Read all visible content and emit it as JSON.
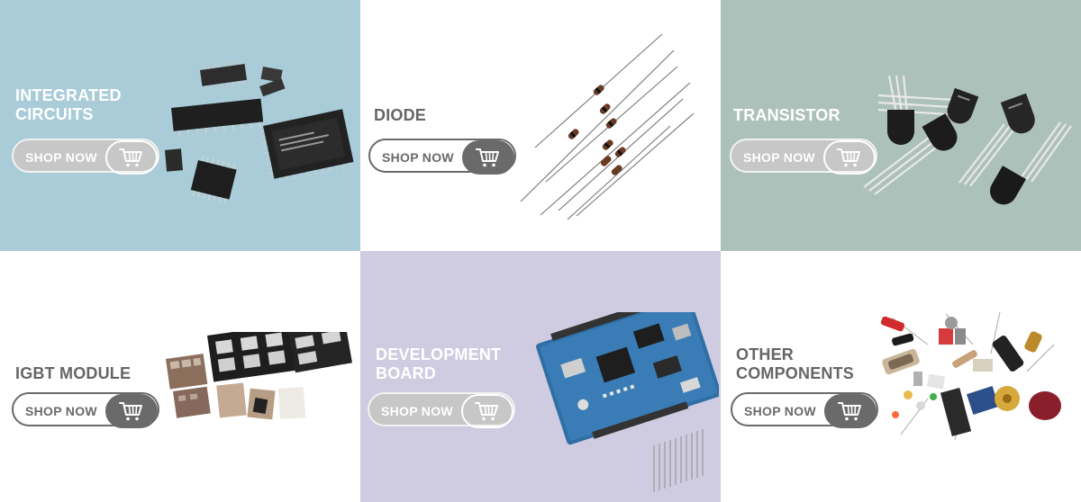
{
  "theme": {
    "tile_backgrounds": [
      "#a9ccd8",
      "#ffffff",
      "#adc1bb",
      "#ffffff",
      "#cfcbe1",
      "#ffffff"
    ],
    "title_light": "#ffffff",
    "title_dark": "#666666",
    "button_dark": "#6a6a6a"
  },
  "tiles": [
    {
      "title_lines": [
        "INTEGRATED",
        "CIRCUITS"
      ],
      "button_label": "SHOP NOW",
      "icon": "shopping-cart-icon",
      "image": "integrated-circuits-image"
    },
    {
      "title_lines": [
        "DIODE"
      ],
      "button_label": "SHOP NOW",
      "icon": "shopping-cart-icon",
      "image": "diode-image"
    },
    {
      "title_lines": [
        "TRANSISTOR"
      ],
      "button_label": "SHOP NOW",
      "icon": "shopping-cart-icon",
      "image": "transistor-image"
    },
    {
      "title_lines": [
        "IGBT MODULE"
      ],
      "button_label": "SHOP NOW",
      "icon": "shopping-cart-icon",
      "image": "igbt-module-image"
    },
    {
      "title_lines": [
        "DEVELOPMENT",
        "BOARD"
      ],
      "button_label": "SHOP NOW",
      "icon": "shopping-cart-icon",
      "image": "development-board-image"
    },
    {
      "title_lines": [
        "OTHER",
        "COMPONENTS"
      ],
      "button_label": "SHOP NOW",
      "icon": "shopping-cart-icon",
      "image": "other-components-image"
    }
  ]
}
